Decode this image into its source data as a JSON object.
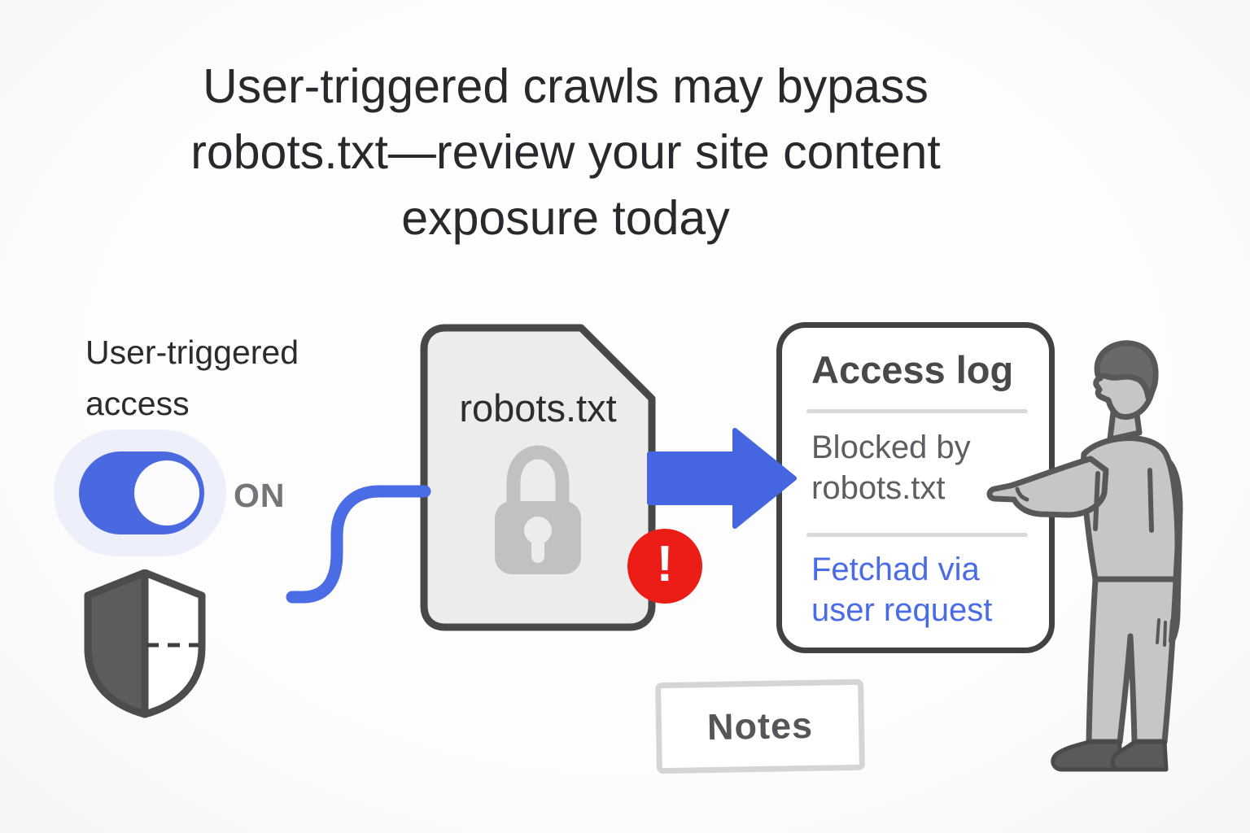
{
  "title": {
    "line1": "User-triggered crawls may bypass",
    "line2": "robots.txt—review your site content",
    "line3": "exposure today"
  },
  "access_toggle": {
    "label": "User-triggered access",
    "state_label": "ON",
    "state": "on"
  },
  "file_card": {
    "filename": "robots.txt"
  },
  "access_log": {
    "title": "Access log",
    "blocked_entry": "Blocked by robots.txt",
    "fetched_entry": "Fetchad via user request"
  },
  "notes": {
    "label": "Notes"
  },
  "icons": {
    "alert_badge": "!"
  },
  "colors": {
    "accent_blue": "#4A68E0",
    "link_blue": "#4A6BE8",
    "alert_red": "#EC1D16",
    "text_dark": "#29292D",
    "text_gray": "#5E5E62",
    "doc_fill": "#ECECEC",
    "doc_border": "#48484A",
    "panel_border": "#424245",
    "lock_gray": "#C1C1C1",
    "person_gray": "#C6C6C6",
    "background": "#FAFAFA"
  }
}
